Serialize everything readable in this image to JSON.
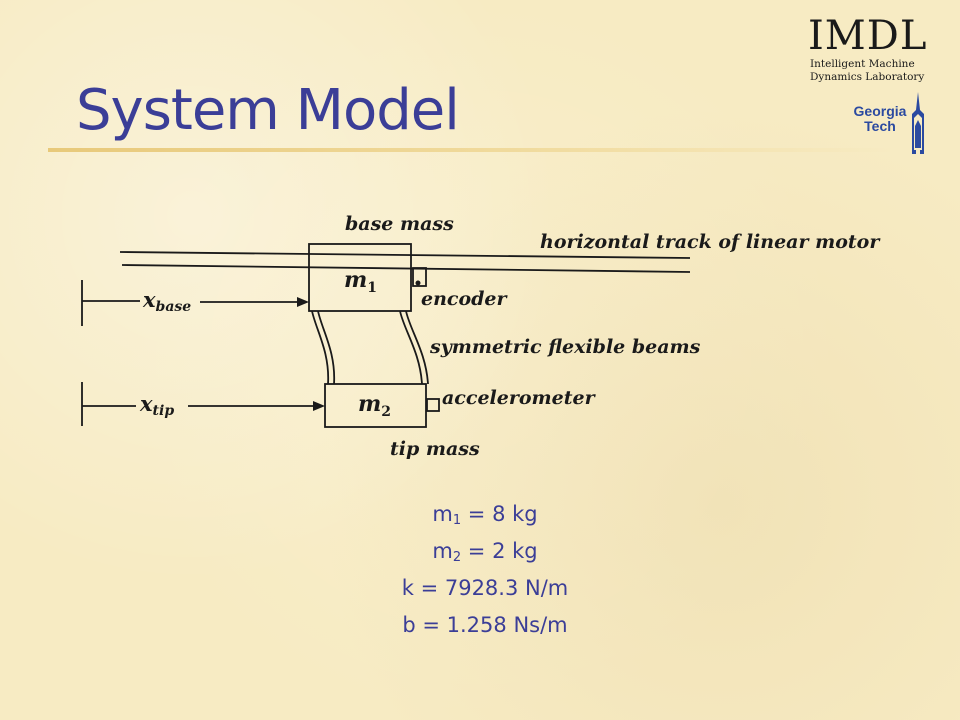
{
  "slide": {
    "title": "System Model"
  },
  "logos": {
    "imdl_text": "IMDL",
    "imdl_line1": "Intelligent Machine",
    "imdl_line2": "Dynamics Laboratory",
    "gt_line1": "Georgia",
    "gt_line2": "Tech"
  },
  "diagram": {
    "label_base_mass": "base mass",
    "label_track": "horizontal track of linear motor",
    "label_m1_var": "m",
    "label_m1_sub": "1",
    "label_encoder": "encoder",
    "label_xbase_var": "x",
    "label_xbase_sub": "base",
    "label_beams": "symmetric flexible beams",
    "label_m2_var": "m",
    "label_m2_sub": "2",
    "label_accelerometer": "accelerometer",
    "label_xtip_var": "x",
    "label_xtip_sub": "tip",
    "label_tip_mass": "tip mass"
  },
  "parameters": [
    {
      "symbol": "m",
      "sub": "1",
      "rest": " = 8 kg"
    },
    {
      "symbol": "m",
      "sub": "2",
      "rest": " = 2 kg"
    },
    {
      "symbol": "k",
      "sub": "",
      "rest": " = 7928.3 N/m"
    },
    {
      "symbol": "b",
      "sub": "",
      "rest": " = 1.258 Ns/m"
    }
  ],
  "colors": {
    "background": "#f7ebc3",
    "title": "#3b3e97",
    "parameters": "#3b3e97",
    "rule": "#e8c97a"
  }
}
